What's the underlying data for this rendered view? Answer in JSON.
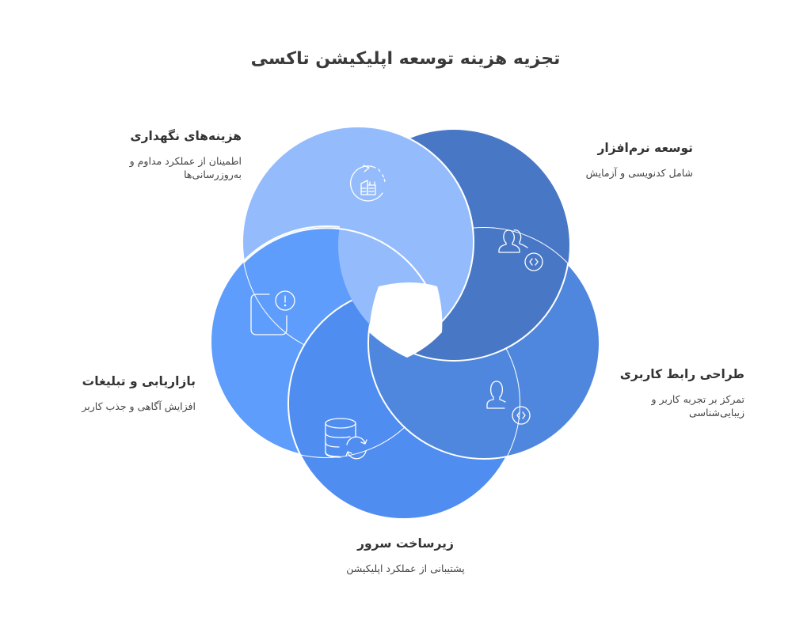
{
  "title": "تجزیه هزینه توسعه اپلیکیشن تاکسی",
  "segments": [
    {
      "id": "maintenance",
      "heading": "هزینه‌های نگهداری",
      "description_line1": "اطمینان از عملکرد مداوم و",
      "description_line2": "به‌روزرسانی‌ها",
      "icon": "building-refresh-icon",
      "color": "#94BCFC"
    },
    {
      "id": "software",
      "heading": "توسعه نرم‌افزار",
      "description_line1": "شامل کدنویسی و آزمایش",
      "description_line2": "",
      "icon": "users-code-icon",
      "color": "#4878C5"
    },
    {
      "id": "ui-design",
      "heading": "طراحی رابط کاربری",
      "description_line1": "تمرکز بر تجربه کاربر و",
      "description_line2": "زیبایی‌شناسی",
      "icon": "user-code-icon",
      "color": "#5087DE"
    },
    {
      "id": "server",
      "heading": "زیرساخت سرور",
      "description_line1": "پشتیبانی از عملکرد اپلیکیشن",
      "description_line2": "",
      "icon": "database-sync-icon",
      "color": "#508DF0"
    },
    {
      "id": "marketing",
      "heading": "بازاریابی و تبلیغات",
      "description_line1": "افزایش آگاهی و جذب کاربر",
      "description_line2": "",
      "icon": "alert-square-icon",
      "color": "#5E9DFB"
    }
  ]
}
